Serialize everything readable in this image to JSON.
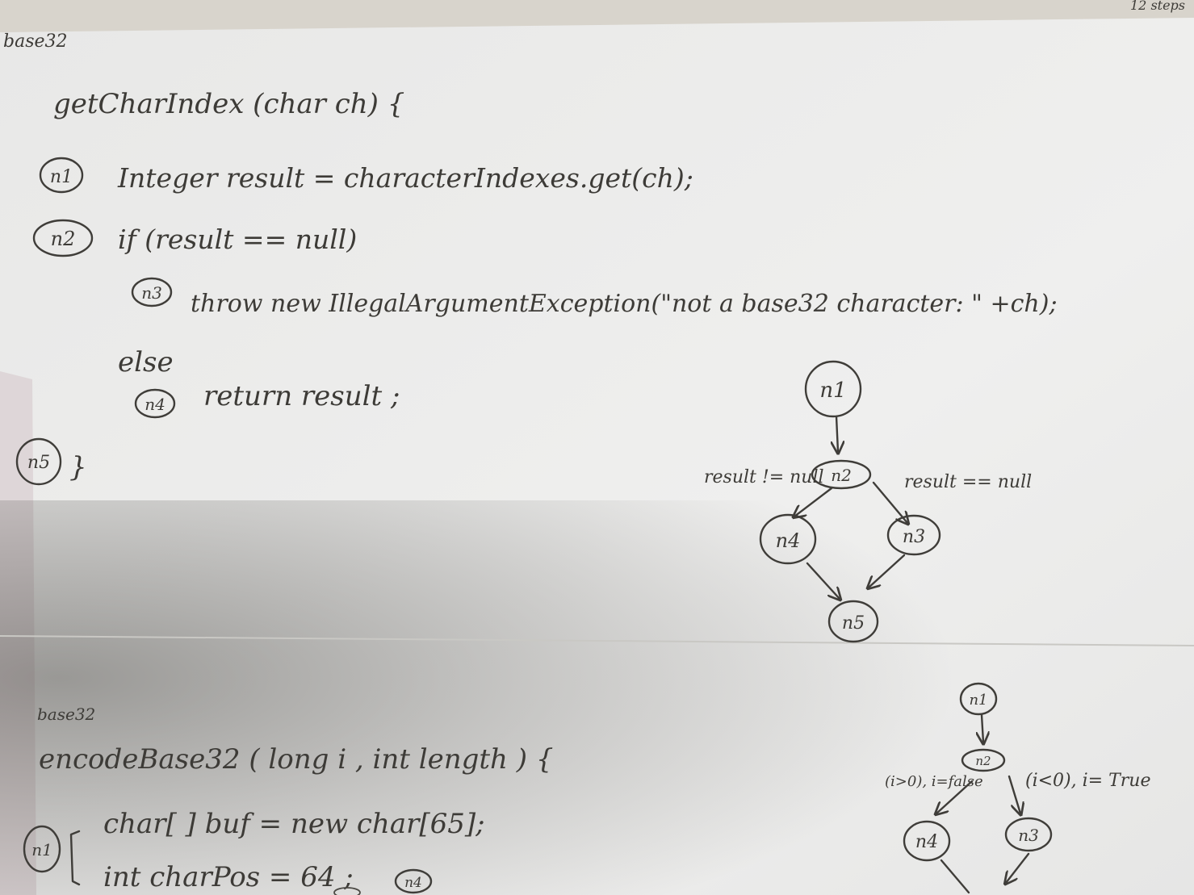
{
  "corner_note": "12 steps",
  "page1": {
    "header": "base32",
    "signature": "getCharIndex (char ch) {",
    "lines": [
      {
        "node": "n1",
        "code": "Integer result = characterIndexes.get(ch);"
      },
      {
        "node": "n2",
        "code": "if (result == null)"
      },
      {
        "node": "n3",
        "code": "throw new IllegalArgumentException(\"not a base32 character: \" +ch);"
      },
      {
        "node": "",
        "code": "else"
      },
      {
        "node": "n4",
        "code": "return result ;"
      },
      {
        "node": "n5",
        "code": "}"
      }
    ],
    "graph": {
      "nodes": [
        "n1",
        "n2",
        "n3",
        "n4",
        "n5"
      ],
      "edge_labels": {
        "left": "result != null",
        "right": "result == null"
      }
    }
  },
  "page2": {
    "header": "base32",
    "signature": "encodeBase32 ( long i , int length ) {",
    "lines": [
      {
        "node": "n1",
        "code": "char[ ] buf = new char[65];"
      },
      {
        "node": "",
        "code": "int charPos = 64 ;"
      }
    ],
    "trailing_node": "n4",
    "graph": {
      "nodes": [
        "n1",
        "n2",
        "n3",
        "n4"
      ],
      "edge_labels": {
        "left": "(i>0), i=false",
        "right": "(i<0), i= True"
      }
    }
  }
}
